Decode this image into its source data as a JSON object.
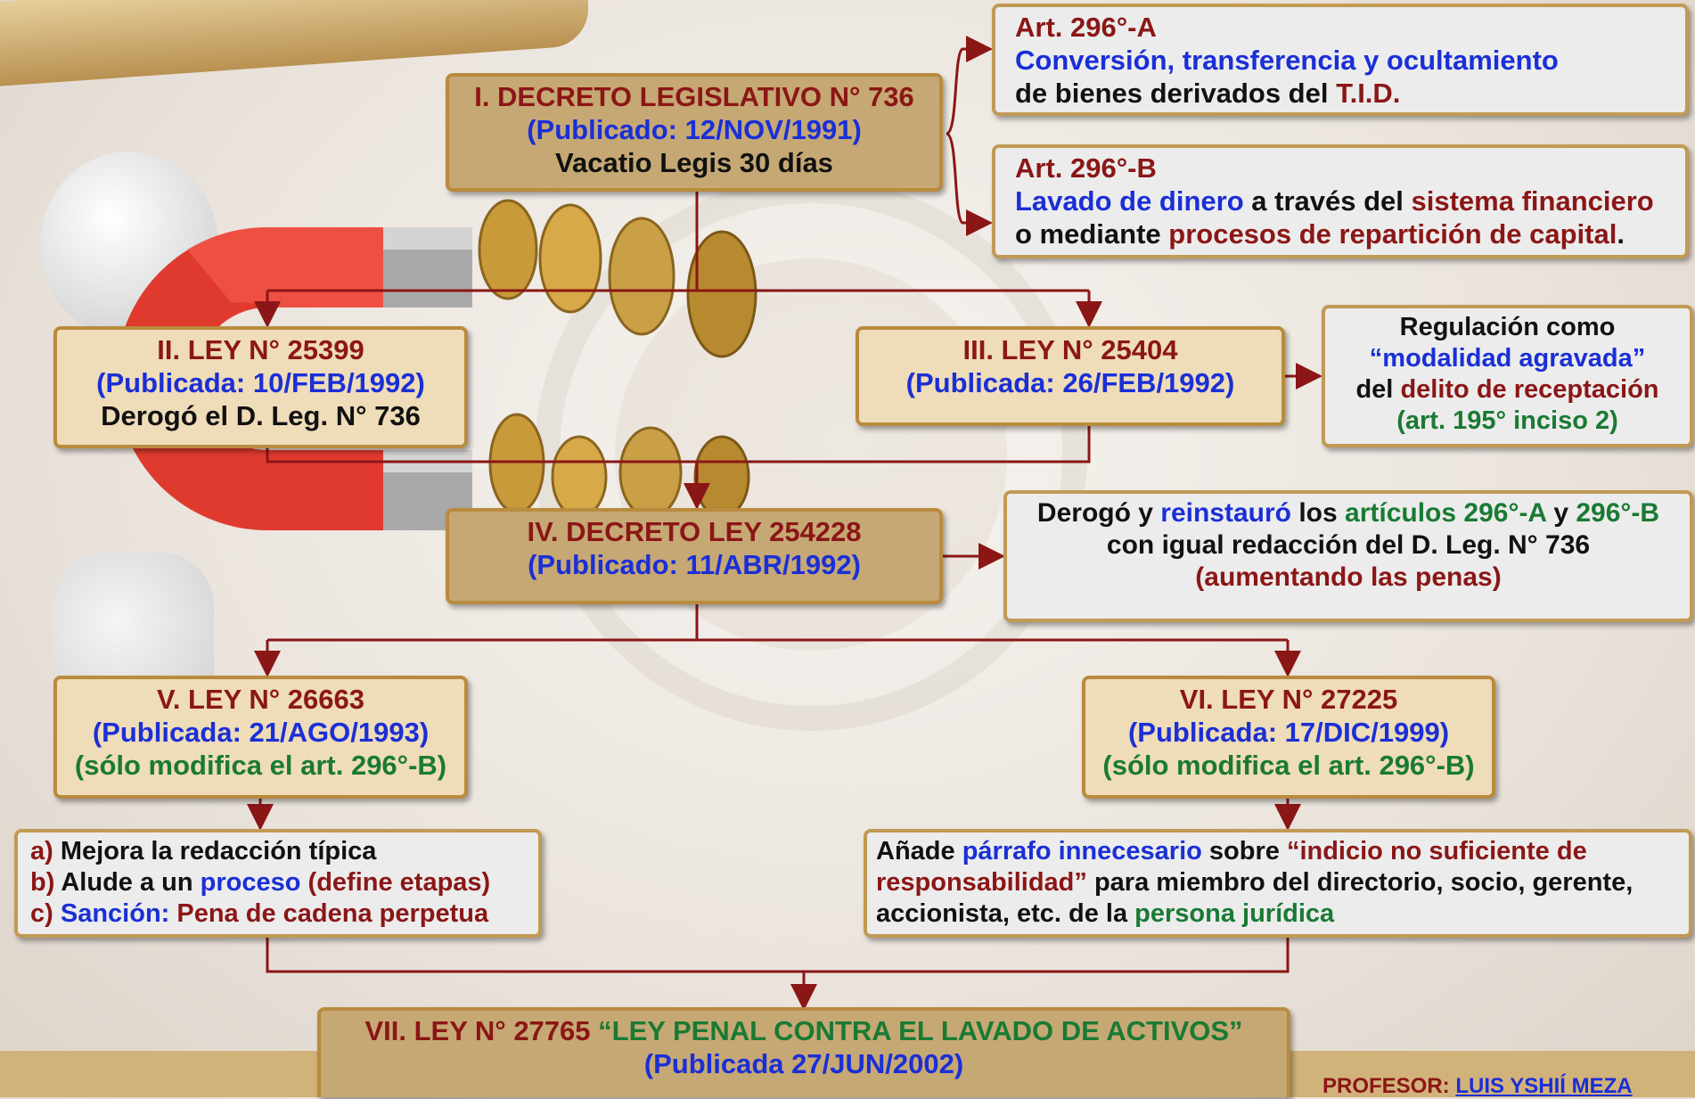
{
  "boxes": {
    "decreto736": {
      "line1": "I. DECRETO LEGISLATIVO N° 736",
      "line2": "(Publicado: 12/NOV/1991)",
      "line3": "Vacatio Legis 30 días"
    },
    "art296a": {
      "title": "Art. 296°-A",
      "line1": "Conversión, transferencia y ocultamiento",
      "line2_a": "de bienes derivados del ",
      "line2_b": "T.I.D."
    },
    "art296b": {
      "title": "Art. 296°-B",
      "l1_a": "Lavado de dinero",
      "l1_b": " a través del ",
      "l1_c": "sistema financiero",
      "l2_a": "o mediante ",
      "l2_b": "procesos de repartición de capital",
      "l2_c": "."
    },
    "ley25399": {
      "line1": "II. LEY N° 25399",
      "line2": "(Publicada: 10/FEB/1992)",
      "line3": "Derogó el D. Leg. N° 736"
    },
    "ley25404": {
      "line1": "III. LEY N° 25404",
      "line2": "(Publicada: 26/FEB/1992)"
    },
    "regulacion": {
      "line1": "Regulación como",
      "line2": "“modalidad agravada”",
      "line3_a": "del ",
      "line3_b": "delito de receptación",
      "line4": "(art. 195° inciso 2)"
    },
    "decreto254228": {
      "line1": "IV. DECRETO LEY 254228",
      "line2": "(Publicado: 11/ABR/1992)"
    },
    "derogo": {
      "l1_a": "Derogó y ",
      "l1_b": "reinstauró",
      "l1_c": " los ",
      "l1_d": "artículos 296°-A",
      "l1_e": " y ",
      "l1_f": "296°-B",
      "line2": "con igual redacción del D. Leg. N° 736",
      "line3": "(aumentando las penas)"
    },
    "ley26663": {
      "line1": "V. LEY N° 26663",
      "line2": "(Publicada: 21/AGO/1993)",
      "line3": "(sólo modifica el art. 296°-B)"
    },
    "ley27225": {
      "line1": "VI. LEY N° 27225",
      "line2": "(Publicada: 17/DIC/1999)",
      "line3": "(sólo modifica el art. 296°-B)"
    },
    "mejoras": {
      "a_label": "a)",
      "a_text": " Mejora la redacción típica",
      "b_label": "b)",
      "b_text1": " Alude a un ",
      "b_text2": "proceso",
      "b_text3": " (define etapas)",
      "c_label": "c)",
      "c_text1": " Sanción:",
      "c_text2": " Pena de cadena perpetua"
    },
    "anade": {
      "l1_a": "Añade ",
      "l1_b": "párrafo innecesario",
      "l1_c": " sobre ",
      "l1_d": "“indicio no suficiente de",
      "l2_a": "responsabilidad”",
      "l2_b": " para miembro del directorio, socio, gerente,",
      "l3_a": "accionista, etc. de la ",
      "l3_b": "persona jurídica"
    },
    "ley27765": {
      "l1_a": "VII. LEY N° 27765 ",
      "l1_b": "“LEY PENAL CONTRA EL LAVADO DE ACTIVOS”",
      "line2": "(Publicada 27/JUN/2002)"
    }
  },
  "footer": {
    "label": "PROFESOR:",
    "name": "LUIS YSHIÍ MEZA"
  },
  "colors": {
    "line": "#8b1616",
    "box_border": "#b98b3e",
    "dark_box": "#c6a874",
    "light_box": "#efdcb8",
    "info_box": "#ececec"
  }
}
